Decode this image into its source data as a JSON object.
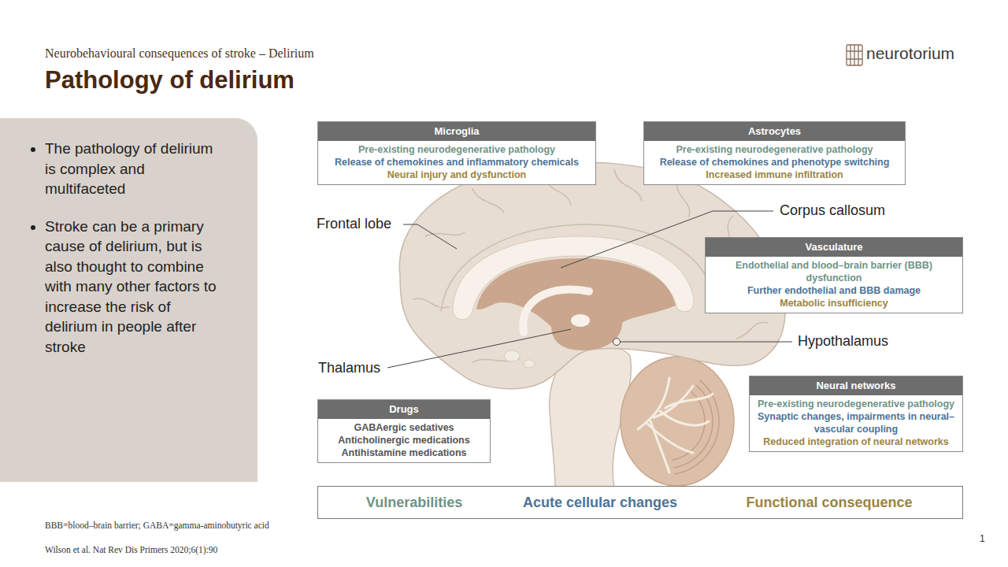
{
  "diagram": {
    "title": "Pathology of delirium",
    "nodes": [
      {
        "text": [
          "The pathology of delirium is complex and multifaceted",
          "Stroke can be a primary cause of delirium, but is also thought to combine with many other factors to increase the risk of delirium in people after stroke"
        ]
      },
      {
        "text": [
          "Microglia",
          "Pre-existing neurodegenerative pathology",
          "Release of chemokines and inflammatory chemicals",
          "Neural injury and dysfunction"
        ]
      },
      {
        "text": [
          "Astrocytes",
          "Pre-existing neurodegenerative pathology",
          "Release of chemokines and phenotype switching",
          "Increased immune infiltration"
        ]
      },
      {
        "text": [
          "Vasculature",
          "Endothelial and blood–brain barrier (BBB) dysfunction",
          "Further endothelial and BBB damage",
          "Metabolic insufficiency"
        ]
      },
      {
        "text": [
          "Drugs",
          "GABAergic sedatives",
          "Anticholinergic medications",
          "Antihistamine medications"
        ]
      },
      {
        "text": [
          "Neural networks",
          "Pre-existing neurodegenerative pathology",
          "Synaptic changes, impairments in neural–vascular coupling",
          "Reduced integration of neural networks"
        ]
      },
      {
        "text": [
          "Vulnerabilities",
          "Acute cellular changes",
          "Functional consequence"
        ]
      }
    ],
    "labels": [
      "Neurobehavioural consequences of stroke – Delirium",
      "neurotorium",
      "Frontal lobe",
      "Corpus callosum",
      "Thalamus",
      "Hypothalamus",
      "BBB=blood–brain barrier; GABA=gamma-aminobutyric acid",
      "Wilson et al. Nat Rev Dis Primers 2020;6(1):90",
      "1"
    ]
  }
}
